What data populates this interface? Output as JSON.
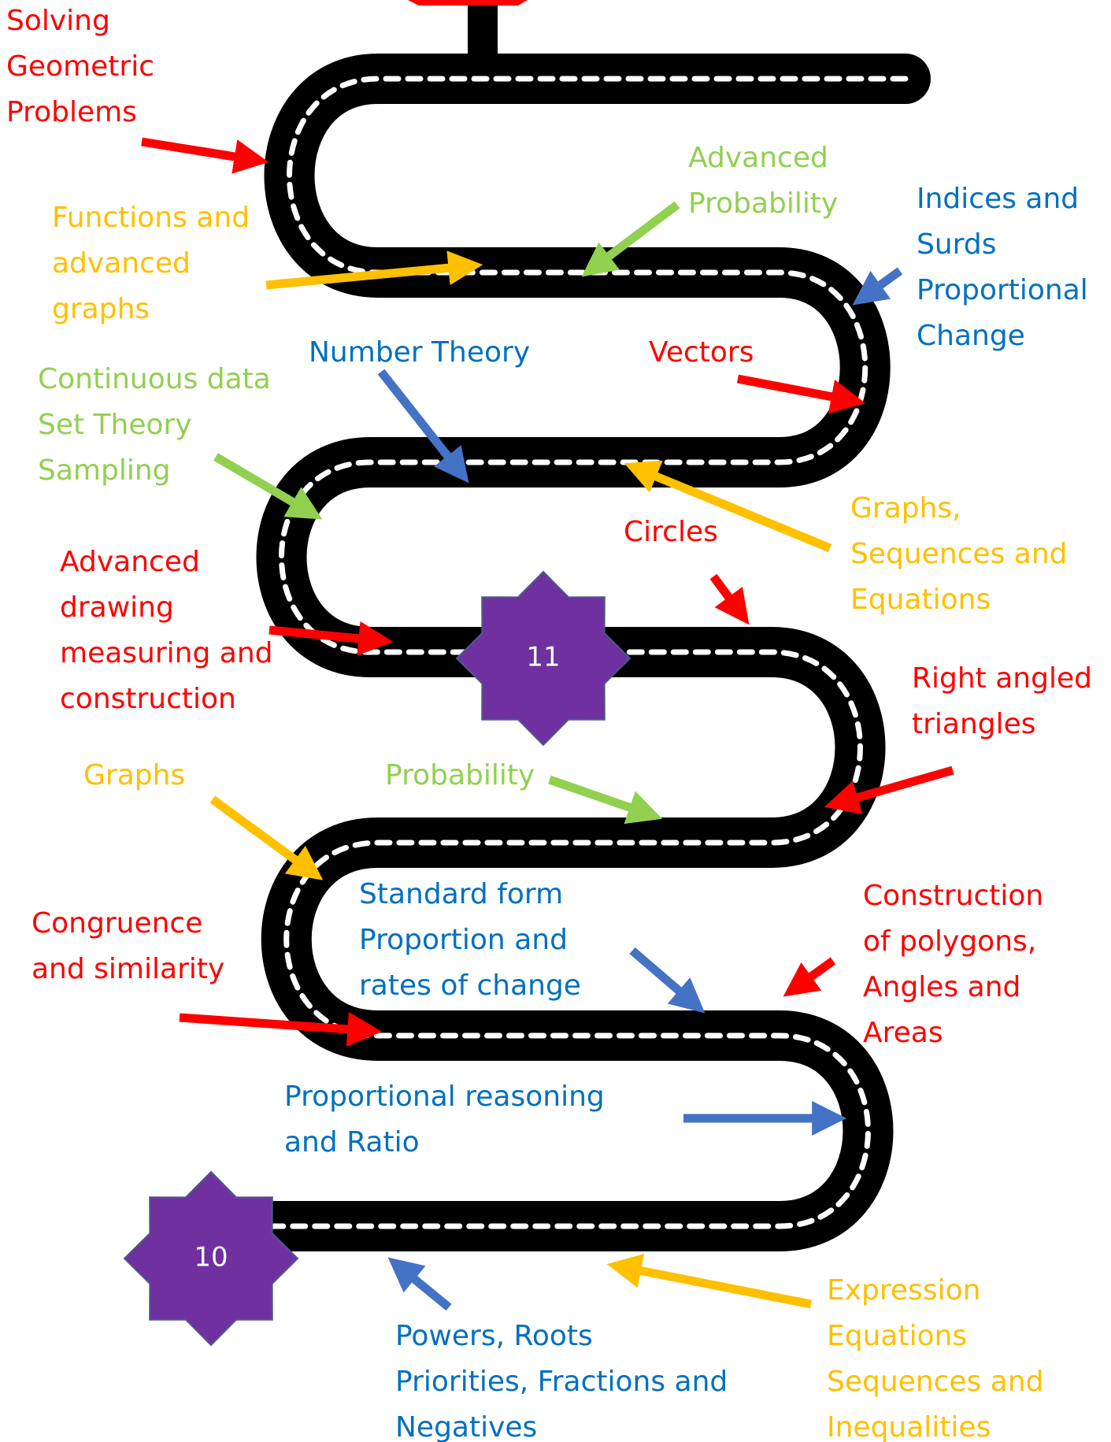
{
  "colors": {
    "red": "#ff0000",
    "orange": "#ffc000",
    "green": "#92d050",
    "blue": "#0070c0",
    "arrow_blue": "#4472c4",
    "badge": "#7030a0",
    "road": "#000000",
    "lane_marks": "#ffffff"
  },
  "milestones": [
    {
      "label": "11",
      "shape": "eight-point-star"
    },
    {
      "label": "10",
      "shape": "eight-point-star"
    }
  ],
  "signpost": {
    "color": "red"
  },
  "topics": [
    {
      "id": "solving-geometric-problems",
      "color": "red",
      "lines": [
        "Solving",
        "Geometric",
        "Problems"
      ]
    },
    {
      "id": "advanced-probability",
      "color": "green",
      "lines": [
        "Advanced",
        "Probability"
      ]
    },
    {
      "id": "indices-and-surds",
      "color": "blue",
      "lines": [
        "Indices and",
        "Surds",
        "Proportional",
        "Change"
      ]
    },
    {
      "id": "functions-and-advanced-graphs",
      "color": "orange",
      "lines": [
        "Functions and",
        "advanced",
        "graphs"
      ]
    },
    {
      "id": "number-theory",
      "color": "blue",
      "lines": [
        "Number Theory"
      ]
    },
    {
      "id": "vectors",
      "color": "red",
      "lines": [
        "Vectors"
      ]
    },
    {
      "id": "continuous-data",
      "color": "green",
      "lines": [
        "Continuous data",
        "Set Theory",
        "Sampling"
      ]
    },
    {
      "id": "graphs-sequences-equations",
      "color": "orange",
      "lines": [
        "Graphs,",
        "Sequences and",
        "Equations"
      ]
    },
    {
      "id": "circles",
      "color": "red",
      "lines": [
        "Circles"
      ]
    },
    {
      "id": "advanced-drawing",
      "color": "red",
      "lines": [
        "Advanced",
        "drawing",
        "measuring and",
        "construction"
      ]
    },
    {
      "id": "right-angled-triangles",
      "color": "red",
      "lines": [
        "Right angled",
        "triangles"
      ]
    },
    {
      "id": "graphs",
      "color": "orange",
      "lines": [
        "Graphs"
      ]
    },
    {
      "id": "probability",
      "color": "green",
      "lines": [
        "Probability"
      ]
    },
    {
      "id": "standard-form",
      "color": "blue",
      "lines": [
        "Standard form",
        "Proportion and",
        "rates of change"
      ]
    },
    {
      "id": "construction-of-polygons",
      "color": "red",
      "lines": [
        "Construction",
        "of polygons,",
        "Angles and",
        "Areas"
      ]
    },
    {
      "id": "congruence-and-similarity",
      "color": "red",
      "lines": [
        "Congruence",
        "and similarity"
      ]
    },
    {
      "id": "proportional-reasoning",
      "color": "blue",
      "lines": [
        "Proportional reasoning",
        "and Ratio"
      ]
    },
    {
      "id": "expression-equations",
      "color": "orange",
      "lines": [
        "Expression",
        "Equations",
        "Sequences and",
        "Inequalities"
      ]
    },
    {
      "id": "powers-roots",
      "color": "blue",
      "lines": [
        "Powers, Roots",
        "Priorities, Fractions and",
        "Negatives"
      ]
    }
  ],
  "arrows": [
    {
      "topic": "solving-geometric-problems",
      "color": "red"
    },
    {
      "topic": "functions-and-advanced-graphs",
      "color": "orange"
    },
    {
      "topic": "advanced-probability",
      "color": "green"
    },
    {
      "topic": "indices-and-surds",
      "color": "arrow_blue"
    },
    {
      "topic": "vectors",
      "color": "red"
    },
    {
      "topic": "number-theory",
      "color": "arrow_blue"
    },
    {
      "topic": "continuous-data",
      "color": "green"
    },
    {
      "topic": "graphs-sequences-equations",
      "color": "orange"
    },
    {
      "topic": "circles",
      "color": "red"
    },
    {
      "topic": "advanced-drawing",
      "color": "red"
    },
    {
      "topic": "right-angled-triangles",
      "color": "red"
    },
    {
      "topic": "probability",
      "color": "green"
    },
    {
      "topic": "graphs",
      "color": "orange"
    },
    {
      "topic": "standard-form",
      "color": "arrow_blue"
    },
    {
      "topic": "construction-of-polygons",
      "color": "red"
    },
    {
      "topic": "congruence-and-similarity",
      "color": "red"
    },
    {
      "topic": "proportional-reasoning",
      "color": "arrow_blue"
    },
    {
      "topic": "expression-equations",
      "color": "orange"
    },
    {
      "topic": "powers-roots",
      "color": "arrow_blue"
    }
  ]
}
